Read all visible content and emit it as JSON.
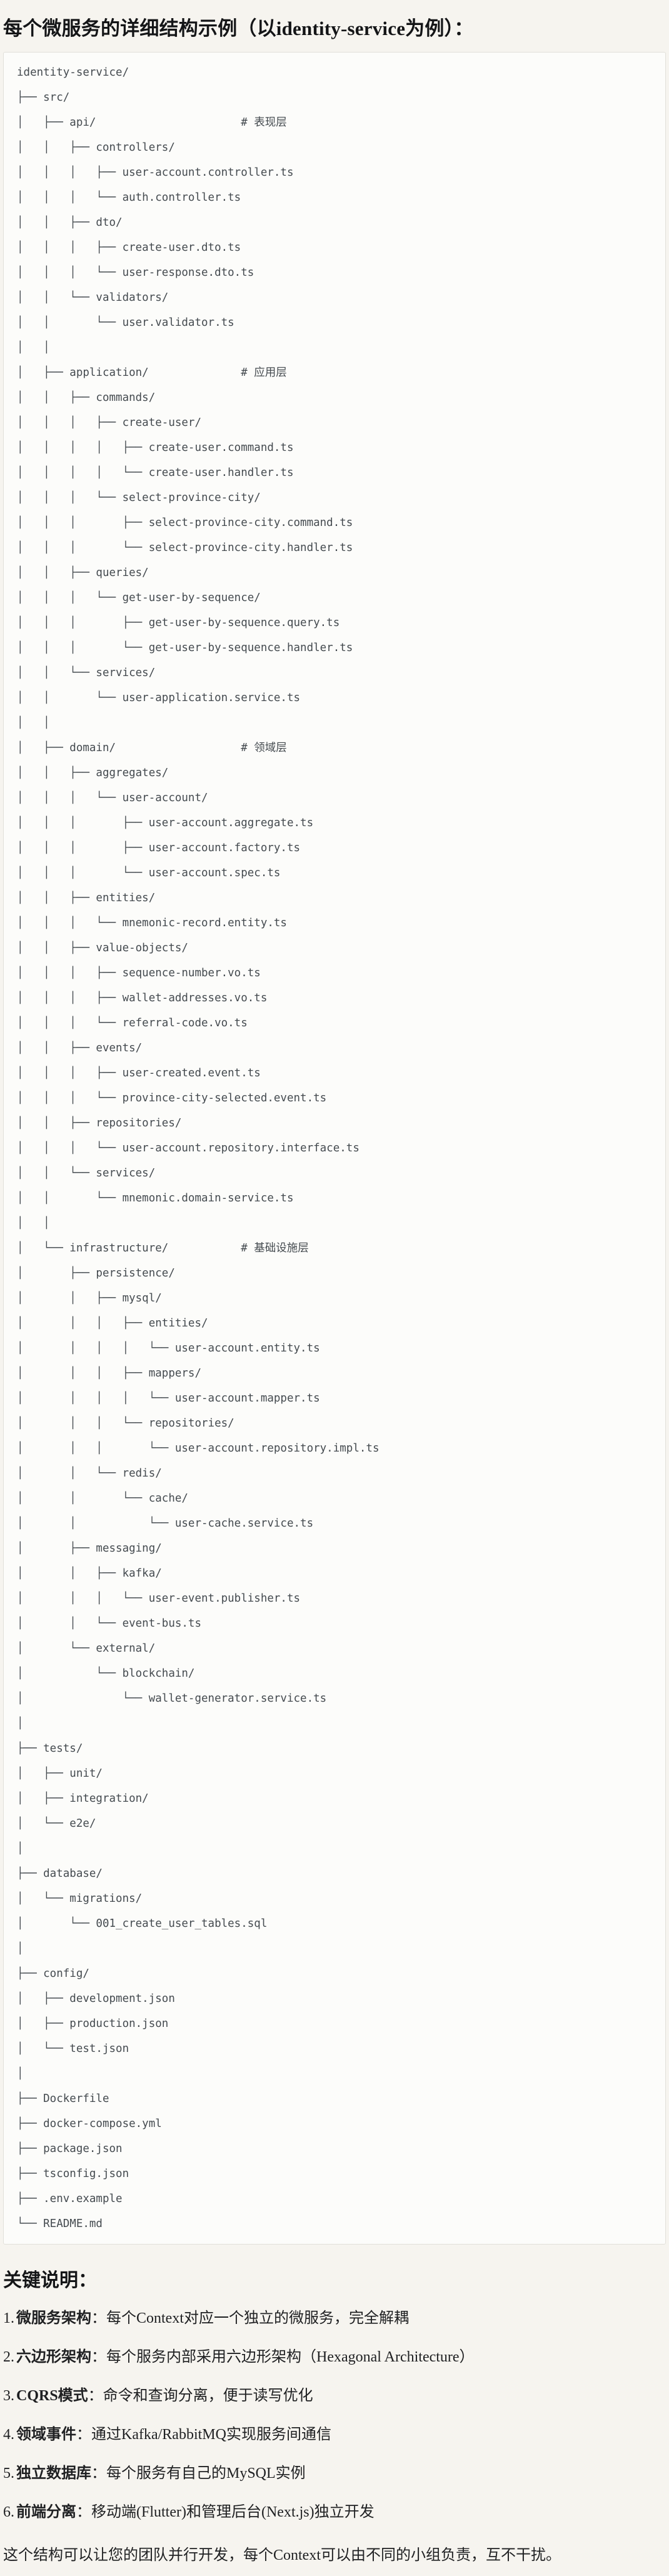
{
  "title": "每个微服务的详细结构示例（以identity-service为例）：",
  "code": {
    "lines": [
      "identity-service/",
      "├── src/",
      "│   ├── api/                      # 表现层",
      "│   │   ├── controllers/",
      "│   │   │   ├── user-account.controller.ts",
      "│   │   │   └── auth.controller.ts",
      "│   │   ├── dto/",
      "│   │   │   ├── create-user.dto.ts",
      "│   │   │   └── user-response.dto.ts",
      "│   │   └── validators/",
      "│   │       └── user.validator.ts",
      "│   │",
      "│   ├── application/              # 应用层",
      "│   │   ├── commands/",
      "│   │   │   ├── create-user/",
      "│   │   │   │   ├── create-user.command.ts",
      "│   │   │   │   └── create-user.handler.ts",
      "│   │   │   └── select-province-city/",
      "│   │   │       ├── select-province-city.command.ts",
      "│   │   │       └── select-province-city.handler.ts",
      "│   │   ├── queries/",
      "│   │   │   └── get-user-by-sequence/",
      "│   │   │       ├── get-user-by-sequence.query.ts",
      "│   │   │       └── get-user-by-sequence.handler.ts",
      "│   │   └── services/",
      "│   │       └── user-application.service.ts",
      "│   │",
      "│   ├── domain/                   # 领域层",
      "│   │   ├── aggregates/",
      "│   │   │   └── user-account/",
      "│   │   │       ├── user-account.aggregate.ts",
      "│   │   │       ├── user-account.factory.ts",
      "│   │   │       └── user-account.spec.ts",
      "│   │   ├── entities/",
      "│   │   │   └── mnemonic-record.entity.ts",
      "│   │   ├── value-objects/",
      "│   │   │   ├── sequence-number.vo.ts",
      "│   │   │   ├── wallet-addresses.vo.ts",
      "│   │   │   └── referral-code.vo.ts",
      "│   │   ├── events/",
      "│   │   │   ├── user-created.event.ts",
      "│   │   │   └── province-city-selected.event.ts",
      "│   │   ├── repositories/",
      "│   │   │   └── user-account.repository.interface.ts",
      "│   │   └── services/",
      "│   │       └── mnemonic.domain-service.ts",
      "│   │",
      "│   └── infrastructure/           # 基础设施层",
      "│       ├── persistence/",
      "│       │   ├── mysql/",
      "│       │   │   ├── entities/",
      "│       │   │   │   └── user-account.entity.ts",
      "│       │   │   ├── mappers/",
      "│       │   │   │   └── user-account.mapper.ts",
      "│       │   │   └── repositories/",
      "│       │   │       └── user-account.repository.impl.ts",
      "│       │   └── redis/",
      "│       │       └── cache/",
      "│       │           └── user-cache.service.ts",
      "│       ├── messaging/",
      "│       │   ├── kafka/",
      "│       │   │   └── user-event.publisher.ts",
      "│       │   └── event-bus.ts",
      "│       └── external/",
      "│           └── blockchain/",
      "│               └── wallet-generator.service.ts",
      "│",
      "├── tests/",
      "│   ├── unit/",
      "│   ├── integration/",
      "│   └── e2e/",
      "│",
      "├── database/",
      "│   └── migrations/",
      "│       └── 001_create_user_tables.sql",
      "│",
      "├── config/",
      "│   ├── development.json",
      "│   ├── production.json",
      "│   └── test.json",
      "│",
      "├── Dockerfile",
      "├── docker-compose.yml",
      "├── package.json",
      "├── tsconfig.json",
      "├── .env.example",
      "└── README.md"
    ]
  },
  "notes": {
    "heading": "关键说明：",
    "items": [
      {
        "num": "1.",
        "label": "微服务架构",
        "text": "：每个Context对应一个独立的微服务，完全解耦"
      },
      {
        "num": "2.",
        "label": "六边形架构",
        "text": "：每个服务内部采用六边形架构（Hexagonal Architecture）"
      },
      {
        "num": "3.",
        "label": "CQRS模式",
        "text": "：命令和查询分离，便于读写优化"
      },
      {
        "num": "4.",
        "label": "领域事件",
        "text": "：通过Kafka/RabbitMQ实现服务间通信"
      },
      {
        "num": "5.",
        "label": "独立数据库",
        "text": "：每个服务有自己的MySQL实例"
      },
      {
        "num": "6.",
        "label": "前端分离",
        "text": "：移动端(Flutter)和管理后台(Next.js)独立开发"
      }
    ]
  },
  "footer": "这个结构可以让您的团队并行开发，每个Context可以由不同的小组负责，互不干扰。",
  "colors": {
    "page_bg": "#f6f4ef",
    "code_bg": "#fcfcfa",
    "code_border": "#e2e0da",
    "code_text": "#444a4f",
    "body_text": "#1b1c1e"
  }
}
